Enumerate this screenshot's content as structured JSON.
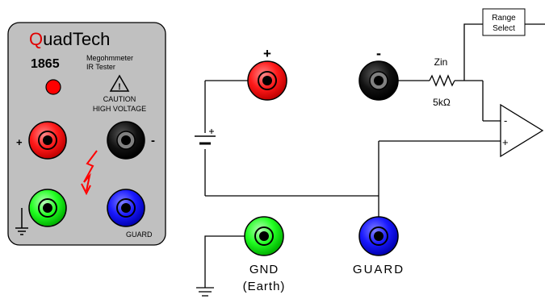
{
  "panel": {
    "brand_first_letter": "Q",
    "brand_rest": "uadTech",
    "model": "1865",
    "subtitle_line1": "Megohmmeter",
    "subtitle_line2": "IR Tester",
    "warning_symbol": "!",
    "caution_line1": "CAUTION",
    "caution_line2": "HIGH VOLTAGE",
    "plus_label": "+",
    "minus_label": "-",
    "guard_label": "GUARD",
    "colors": {
      "panel_bg": "#c0c0c0",
      "brand_accent": "#e00000",
      "red_terminal": "#ff0000",
      "black_terminal": "#000000",
      "green_terminal": "#00ff00",
      "blue_terminal": "#0000e0",
      "lightning": "#ff0000"
    }
  },
  "schematic": {
    "plus_label": "+",
    "minus_label": "-",
    "zin_label": "Zin",
    "resistor_value": "5kΩ",
    "range_select_line1": "Range",
    "range_select_line2": "Select",
    "opamp_minus": "-",
    "opamp_plus": "+",
    "gnd_line1": "GND",
    "gnd_line2": "(Earth)",
    "guard_label": "GUARD"
  }
}
